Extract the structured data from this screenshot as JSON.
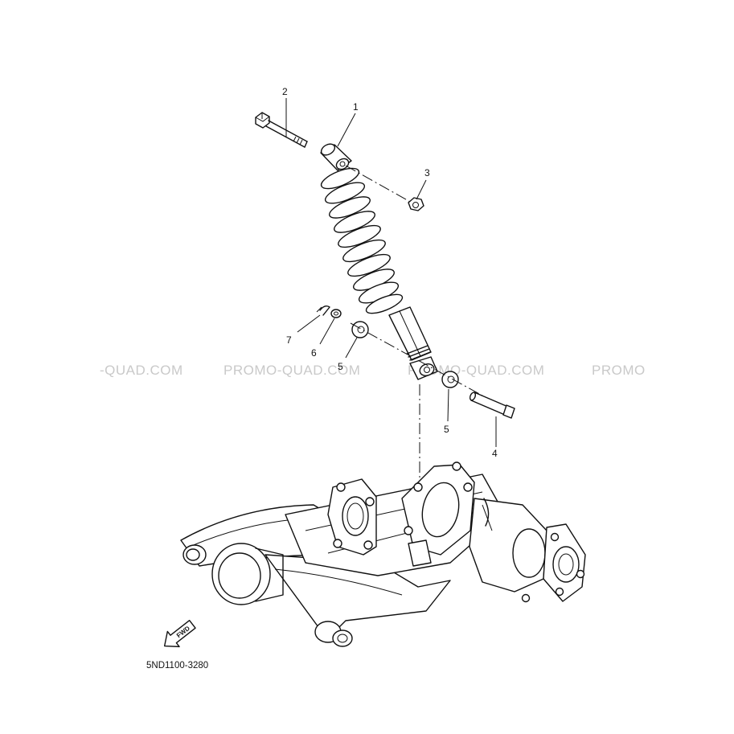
{
  "diagram": {
    "part_labels": {
      "p1": "1",
      "p2": "2",
      "p3": "3",
      "p4": "4",
      "p5a": "5",
      "p5b": "5",
      "p6": "6",
      "p7": "7"
    },
    "watermarks": [
      "-QUAD.COM",
      "PROMO-QUAD.COM",
      "PROMO-QUAD.COM",
      "PROMO"
    ],
    "fwd_label": "FWD",
    "diagram_code": "5ND1100-3280"
  }
}
